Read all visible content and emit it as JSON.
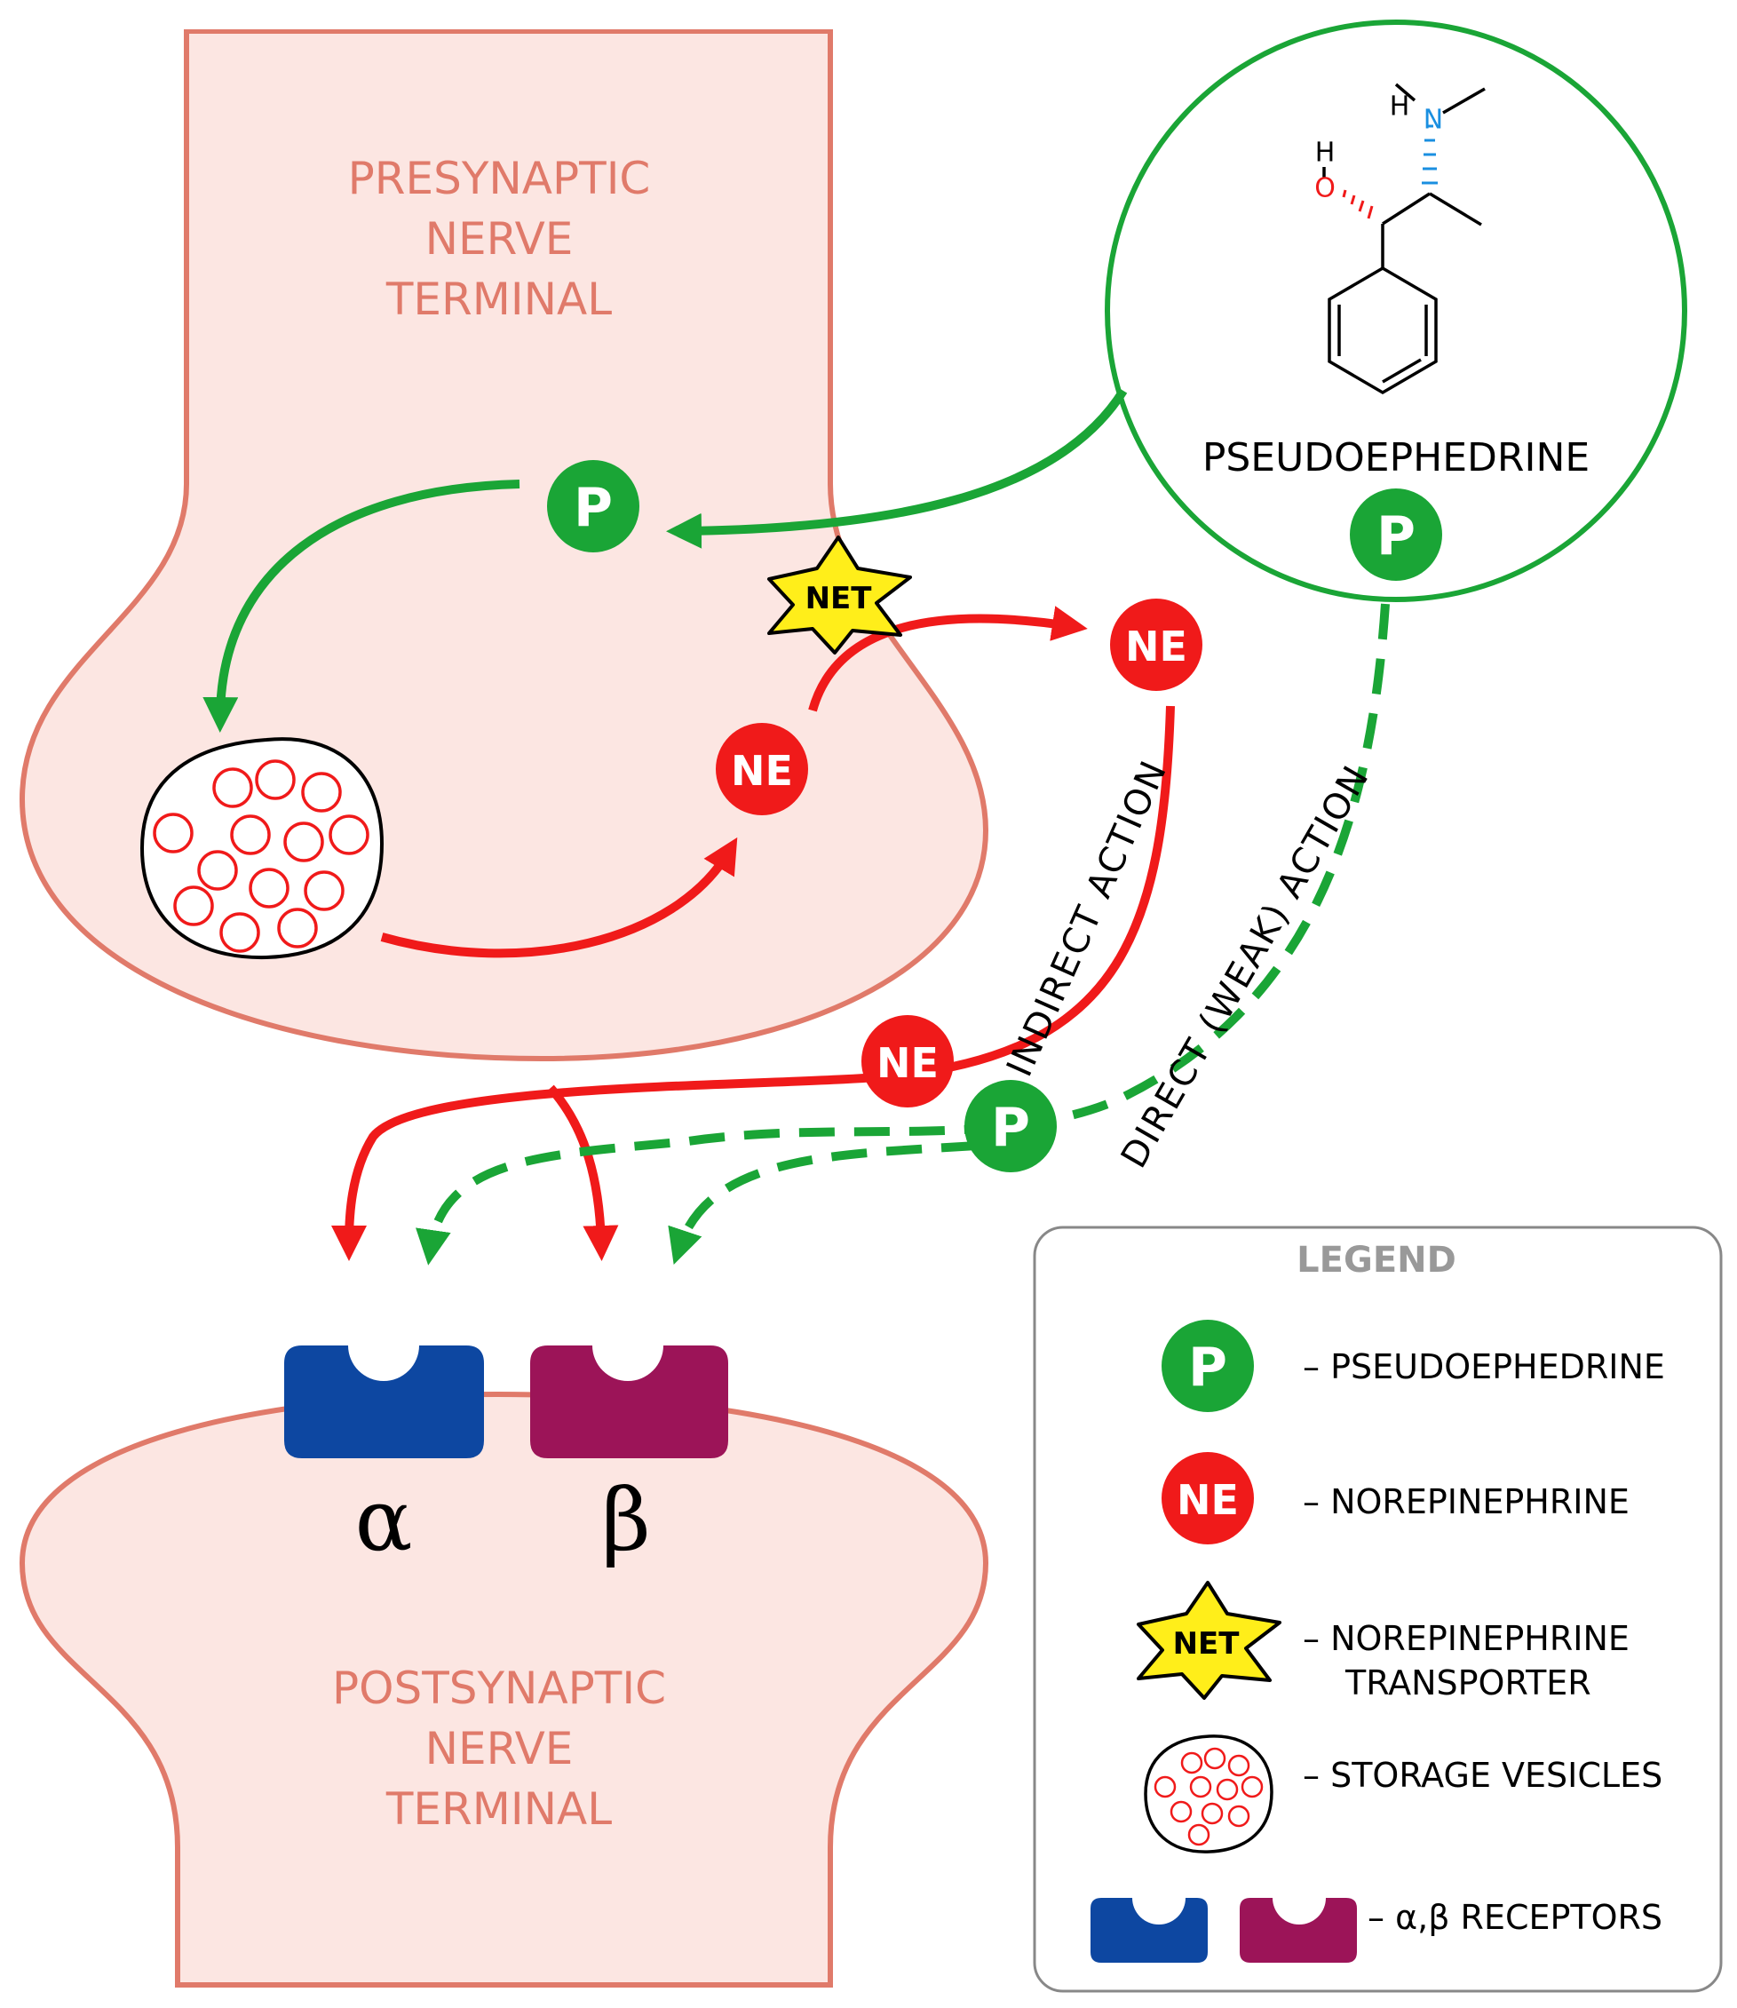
{
  "presynaptic": {
    "line1": "PRESYNAPTIC",
    "line2": "NERVE",
    "line3": "TERMINAL"
  },
  "postsynaptic": {
    "line1": "POSTSYNAPTIC",
    "line2": "NERVE",
    "line3": "TERMINAL"
  },
  "molecule": {
    "name": "PSEUDOEPHEDRINE",
    "atoms": {
      "n": "N",
      "o": "O",
      "h": "H"
    }
  },
  "badges": {
    "p": "P",
    "ne": "NE",
    "net": "NET"
  },
  "actions": {
    "indirect": "INDIRECT ACTION",
    "direct": "DIRECT (WEAK) ACTION"
  },
  "receptors": {
    "alpha": "α",
    "beta": "β"
  },
  "legend": {
    "title": "LEGEND",
    "items": [
      {
        "symbol": "P",
        "label": "– PSEUDOEPHEDRINE"
      },
      {
        "symbol": "NE",
        "label": "– NOREPINEPHRINE"
      },
      {
        "symbol": "NET",
        "label": "– NOREPINEPHRINE",
        "label2": "TRANSPORTER"
      },
      {
        "symbol": "vesicle",
        "label": "– STORAGE VESICLES"
      },
      {
        "symbol": "receptors",
        "label": "– α,β RECEPTORS"
      }
    ]
  },
  "colors": {
    "membrane": "#e07a6a",
    "terminal_fill": "#fce6e2",
    "pseudoephedrine": "#1aa536",
    "norepinephrine": "#f01a1a",
    "net": "#ffee1a",
    "alpha_receptor": "#0d47a1",
    "beta_receptor": "#9c1458"
  }
}
